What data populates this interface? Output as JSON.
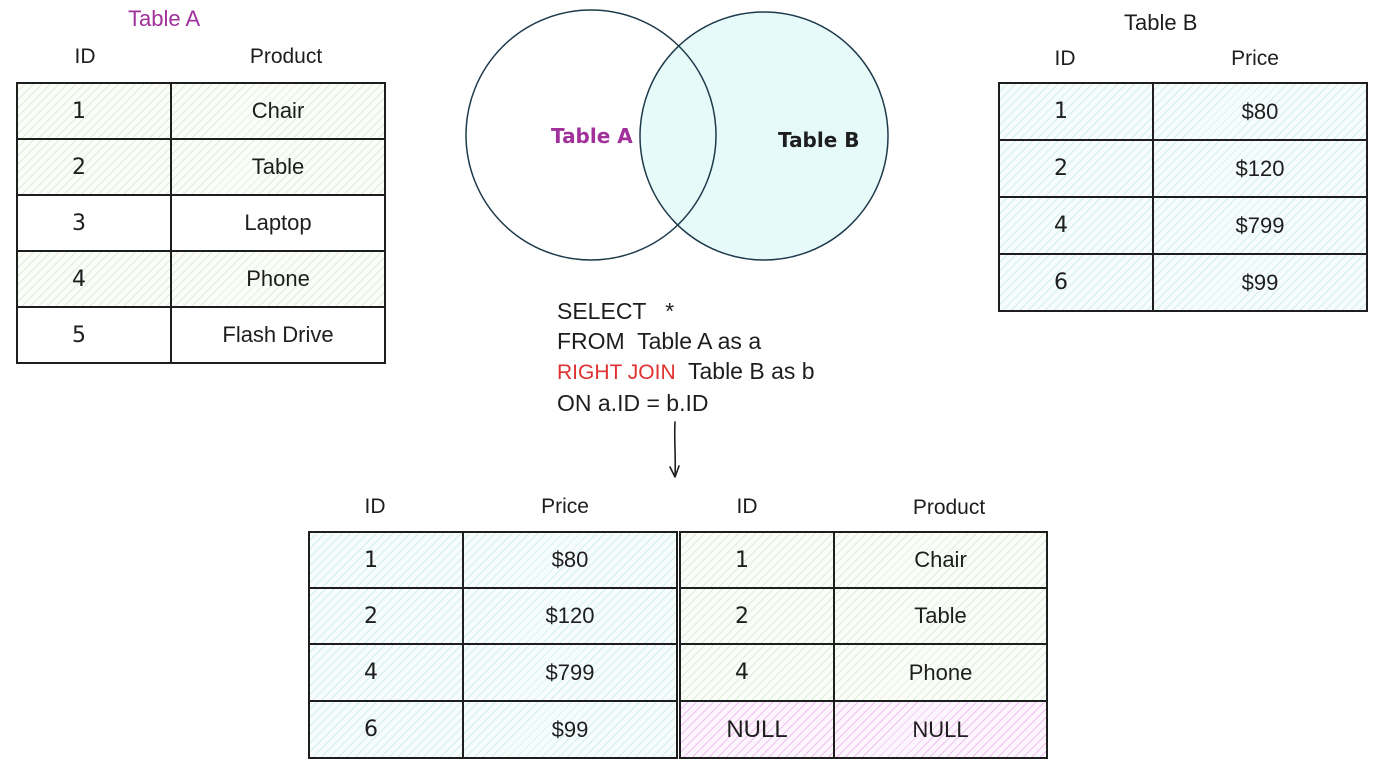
{
  "colors": {
    "table_a_accent": "#a0309a",
    "sql_keyword_red": "#e03131",
    "ink": "#1e1e1e",
    "right_circle_fill": "#e6fafa",
    "null_hatch": "#e196e1"
  },
  "table_a": {
    "title": "Table A",
    "headers": [
      "ID",
      "Product"
    ],
    "rows": [
      {
        "id": "1",
        "value": "Chair"
      },
      {
        "id": "2",
        "value": "Table"
      },
      {
        "id": "3",
        "value": "Laptop"
      },
      {
        "id": "4",
        "value": "Phone"
      },
      {
        "id": "5",
        "value": "Flash Drive"
      }
    ]
  },
  "table_b": {
    "title": "Table B",
    "headers": [
      "ID",
      "Price"
    ],
    "rows": [
      {
        "id": "1",
        "value": "$80"
      },
      {
        "id": "2",
        "value": "$120"
      },
      {
        "id": "4",
        "value": "$799"
      },
      {
        "id": "6",
        "value": "$99"
      }
    ]
  },
  "venn": {
    "left_label": "Table A",
    "right_label": "Table B"
  },
  "sql": {
    "line1": "SELECT   *",
    "line2": "FROM  Table A as a",
    "line3_keyword": "RIGHT JOIN",
    "line3_rest": "  Table B as b",
    "line4": "ON a.ID = b.ID"
  },
  "result": {
    "left_headers": [
      "ID",
      "Price"
    ],
    "right_headers": [
      "ID",
      "Product"
    ],
    "left_rows": [
      {
        "id": "1",
        "value": "$80"
      },
      {
        "id": "2",
        "value": "$120"
      },
      {
        "id": "4",
        "value": "$799"
      },
      {
        "id": "6",
        "value": "$99"
      }
    ],
    "right_rows": [
      {
        "id": "1",
        "value": "Chair"
      },
      {
        "id": "2",
        "value": "Table"
      },
      {
        "id": "4",
        "value": "Phone"
      },
      {
        "id": "NULL",
        "value": "NULL"
      }
    ]
  }
}
